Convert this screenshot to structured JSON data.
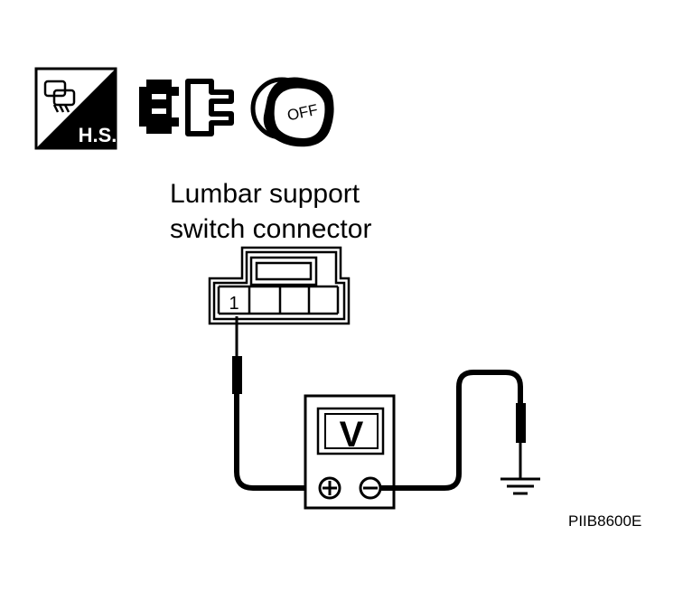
{
  "icons": {
    "harness_symbol_text": "H.S.",
    "ignition_key_text": "OFF"
  },
  "connector": {
    "caption_line1": "Lumbar support",
    "caption_line2": "switch connector",
    "pin_label": "1"
  },
  "meter": {
    "display": "V",
    "positive_terminal": "⊕",
    "negative_terminal": "⊖"
  },
  "figure_code": "PIIB8600E"
}
